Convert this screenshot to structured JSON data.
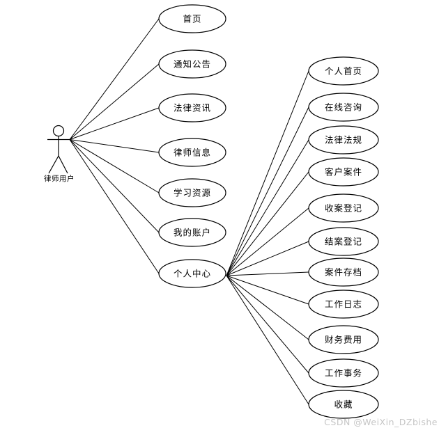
{
  "diagram": {
    "actor": {
      "label": "律师用户"
    },
    "primary_use_cases": [
      "首页",
      "通知公告",
      "法律资讯",
      "律师信息",
      "学习资源",
      "我的账户",
      "个人中心"
    ],
    "hub_use_case": "个人中心",
    "secondary_use_cases": [
      "个人首页",
      "在线咨询",
      "法律法规",
      "客户案件",
      "收案登记",
      "结案登记",
      "案件存档",
      "工作日志",
      "财务费用",
      "工作事务",
      "收藏"
    ],
    "colors": {
      "stroke": "#000000",
      "node_fill": "#ffffff",
      "text": "#000000"
    }
  },
  "watermark": {
    "text": "CSDN @WeiXin_DZbishe",
    "color": "#c6c6c6"
  }
}
